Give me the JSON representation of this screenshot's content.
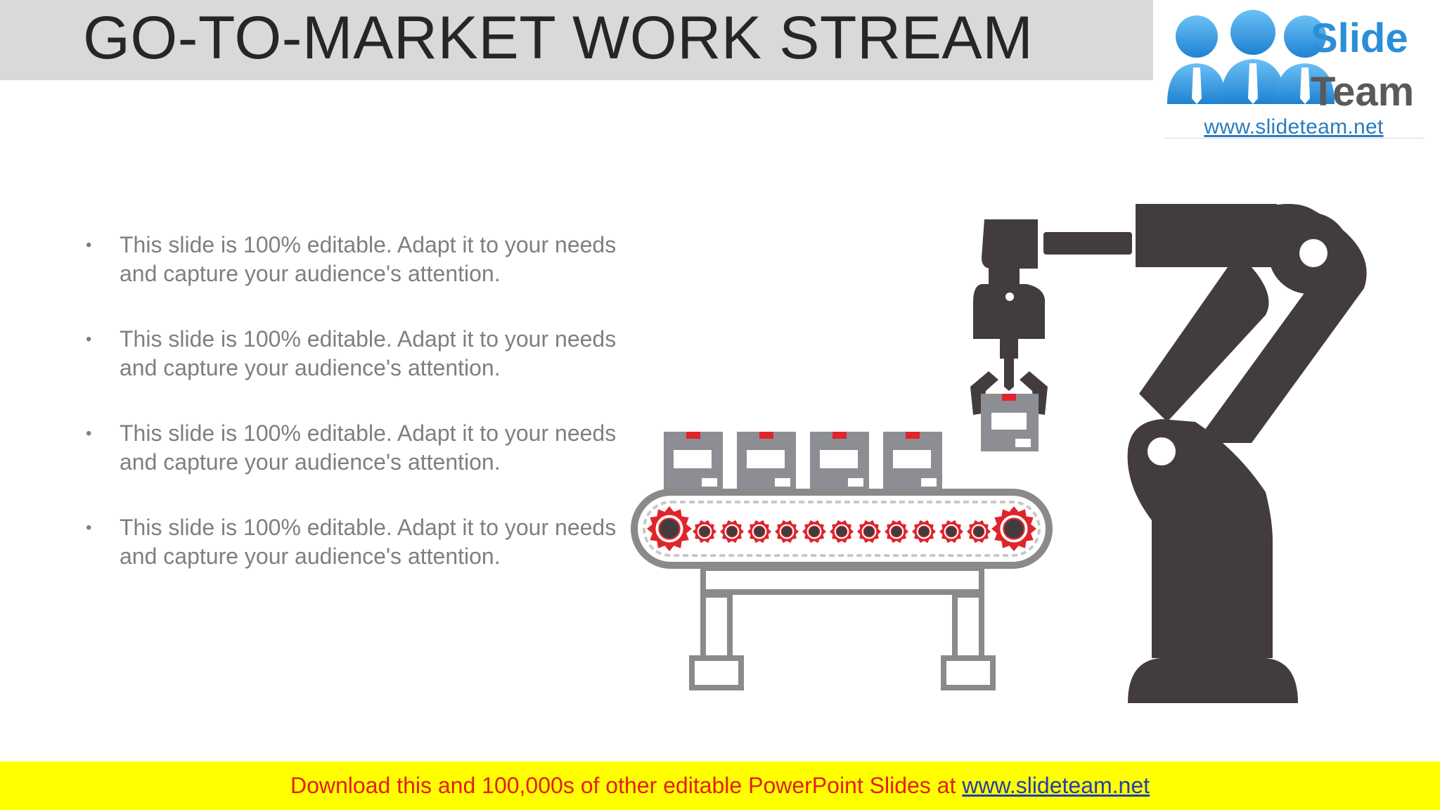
{
  "slide": {
    "title": "GO-TO-MARKET WORK STREAM",
    "bullets": [
      "This slide is 100% editable. Adapt it to your needs and capture your audience's attention.",
      "This slide is 100% editable. Adapt it to your needs and capture your audience's attention.",
      "This slide is 100% editable. Adapt it to your needs and capture your audience's attention.",
      "This slide is 100% editable. Adapt it to your needs and capture your audience's attention."
    ],
    "bullet_glyph": "•"
  },
  "logo": {
    "word1": "Slide",
    "word2": "Team",
    "url": "www.slideteam.net",
    "color": "#2a8fd6"
  },
  "footer": {
    "text": "Download this and 100,000s of other editable PowerPoint Slides at ",
    "link": "www.slideteam.net",
    "background": "#ffff00",
    "text_color": "#e0201b",
    "link_color": "#1f3fb0"
  },
  "illustration": {
    "icon": "robot-arm-conveyor-icon",
    "arm_color": "#433c3f",
    "gear_color": "#e0242b",
    "box_color": "#8d8e94",
    "frame_color": "#8a8a8a"
  }
}
